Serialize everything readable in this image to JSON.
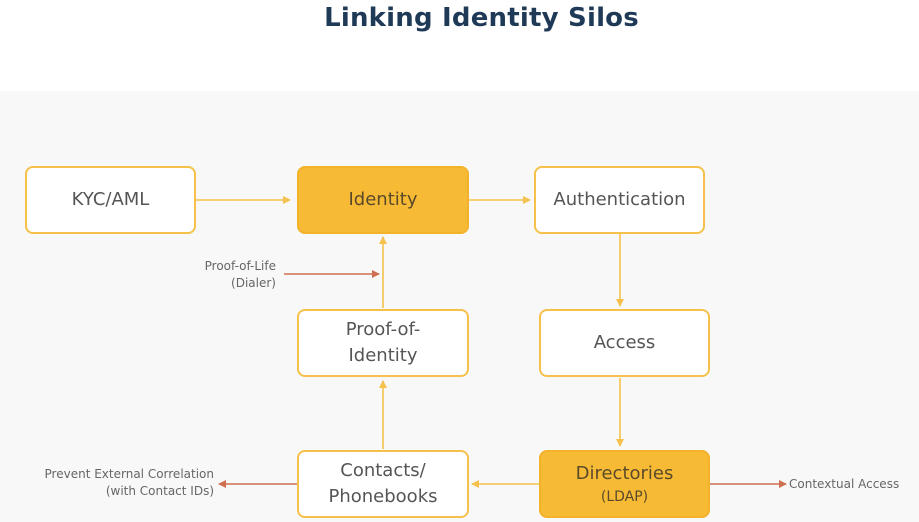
{
  "title": "Linking Identity Silos",
  "nodes": {
    "kyc": {
      "label": "KYC/AML"
    },
    "identity": {
      "label": "Identity"
    },
    "authentication": {
      "label": "Authentication"
    },
    "proof_of_identity": {
      "line1": "Proof-of-",
      "line2": "Identity"
    },
    "access": {
      "label": "Access"
    },
    "contacts": {
      "line1": "Contacts/",
      "line2": "Phonebooks"
    },
    "directories": {
      "label": "Directories",
      "sub": "(LDAP)"
    }
  },
  "notes": {
    "proof_of_life": {
      "line1": "Proof-of-Life",
      "line2": "(Dialer)"
    },
    "prevent_correlation": {
      "line1": "Prevent External Correlation",
      "line2": "(with Contact IDs)"
    },
    "contextual_access": {
      "label": "Contextual Access"
    }
  },
  "colors": {
    "title": "#1e3a56",
    "node_border": "#f5c14b",
    "node_fill_highlight": "#f7ba35",
    "arrow_yellow": "#f5c14b",
    "arrow_red": "#cf6f52",
    "panel_background": "#f8f8f8"
  }
}
